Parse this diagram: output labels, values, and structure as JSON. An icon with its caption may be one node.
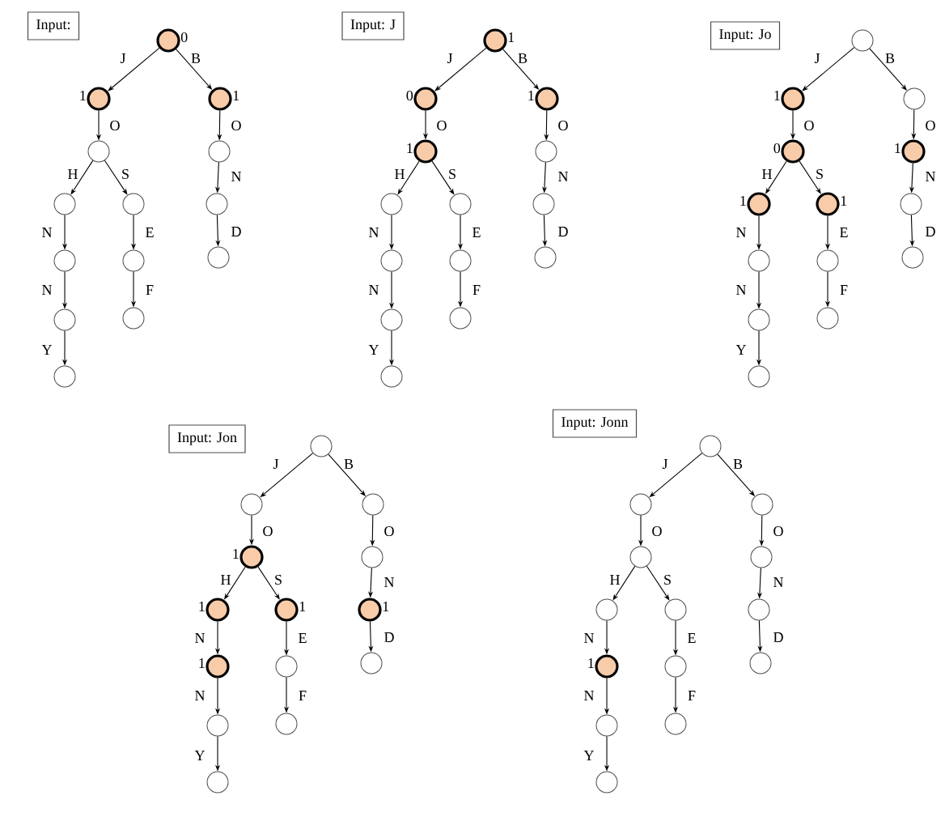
{
  "diagram": {
    "nodes": [
      {
        "text": [
          "Input:"
        ]
      },
      {
        "text": [],
        "shape": "circle",
        "beside": [
          "0"
        ]
      },
      {
        "text": [],
        "shape": "circle",
        "beside": [
          "1"
        ]
      },
      {
        "text": [],
        "shape": "circle",
        "beside": [
          "1"
        ]
      },
      {
        "text": [],
        "shape": "circle"
      },
      {
        "text": [],
        "shape": "circle"
      },
      {
        "text": [],
        "shape": "circle"
      },
      {
        "text": [],
        "shape": "circle"
      },
      {
        "text": [],
        "shape": "circle"
      },
      {
        "text": [],
        "shape": "circle"
      },
      {
        "text": [],
        "shape": "circle"
      },
      {
        "text": [],
        "shape": "circle"
      },
      {
        "text": [],
        "shape": "circle"
      },
      {
        "text": [],
        "shape": "circle"
      },
      {
        "text": [],
        "shape": "circle"
      },
      {
        "text": [
          "Input: J"
        ]
      },
      {
        "text": [],
        "shape": "circle",
        "beside": [
          "1"
        ]
      },
      {
        "text": [],
        "shape": "circle",
        "beside": [
          "0"
        ]
      },
      {
        "text": [],
        "shape": "circle",
        "beside": [
          "1"
        ]
      },
      {
        "text": [],
        "shape": "circle",
        "beside": [
          "1"
        ]
      },
      {
        "text": [],
        "shape": "circle"
      },
      {
        "text": [],
        "shape": "circle"
      },
      {
        "text": [],
        "shape": "circle"
      },
      {
        "text": [],
        "shape": "circle"
      },
      {
        "text": [],
        "shape": "circle"
      },
      {
        "text": [],
        "shape": "circle"
      },
      {
        "text": [],
        "shape": "circle"
      },
      {
        "text": [],
        "shape": "circle"
      },
      {
        "text": [],
        "shape": "circle"
      },
      {
        "text": [],
        "shape": "circle"
      },
      {
        "text": [
          "Input: Jo"
        ]
      },
      {
        "text": [],
        "shape": "circle"
      },
      {
        "text": [],
        "shape": "circle",
        "beside": [
          "1"
        ]
      },
      {
        "text": [],
        "shape": "circle"
      },
      {
        "text": [],
        "shape": "circle",
        "beside": [
          "0"
        ]
      },
      {
        "text": [],
        "shape": "circle",
        "beside": [
          "1"
        ]
      },
      {
        "text": [],
        "shape": "circle",
        "beside": [
          "1"
        ]
      },
      {
        "text": [],
        "shape": "circle",
        "beside": [
          "1"
        ]
      },
      {
        "text": [],
        "shape": "circle"
      },
      {
        "text": [],
        "shape": "circle"
      },
      {
        "text": [],
        "shape": "circle"
      },
      {
        "text": [],
        "shape": "circle"
      },
      {
        "text": [],
        "shape": "circle"
      },
      {
        "text": [],
        "shape": "circle"
      },
      {
        "text": [],
        "shape": "circle"
      },
      {
        "text": [
          "Input: Jon"
        ]
      },
      {
        "text": [],
        "shape": "circle"
      },
      {
        "text": [],
        "shape": "circle"
      },
      {
        "text": [],
        "shape": "circle"
      },
      {
        "text": [],
        "shape": "circle",
        "beside": [
          "1"
        ]
      },
      {
        "text": [],
        "shape": "circle"
      },
      {
        "text": [],
        "shape": "circle",
        "beside": [
          "1"
        ]
      },
      {
        "text": [],
        "shape": "circle",
        "beside": [
          "1"
        ]
      },
      {
        "text": [],
        "shape": "circle",
        "beside": [
          "1"
        ]
      },
      {
        "text": [],
        "shape": "circle",
        "beside": [
          "1"
        ]
      },
      {
        "text": [],
        "shape": "circle"
      },
      {
        "text": [],
        "shape": "circle"
      },
      {
        "text": [],
        "shape": "circle"
      },
      {
        "text": [],
        "shape": "circle"
      },
      {
        "text": [],
        "shape": "circle"
      },
      {
        "text": [
          "Input: Jonn"
        ]
      },
      {
        "text": [],
        "shape": "circle"
      },
      {
        "text": [],
        "shape": "circle"
      },
      {
        "text": [],
        "shape": "circle"
      },
      {
        "text": [],
        "shape": "circle"
      },
      {
        "text": [],
        "shape": "circle"
      },
      {
        "text": [],
        "shape": "circle"
      },
      {
        "text": [],
        "shape": "circle"
      },
      {
        "text": [],
        "shape": "circle"
      },
      {
        "text": [],
        "shape": "circle",
        "beside": [
          "1"
        ]
      },
      {
        "text": [],
        "shape": "circle"
      },
      {
        "text": [],
        "shape": "circle"
      },
      {
        "text": [],
        "shape": "circle"
      },
      {
        "text": [],
        "shape": "circle"
      },
      {
        "text": [],
        "shape": "circle"
      }
    ],
    "edges": [
      {
        "from": 1,
        "to": 2,
        "arrow": "to",
        "label": "J"
      },
      {
        "from": 1,
        "to": 3,
        "arrow": "to",
        "label": "B"
      },
      {
        "from": 2,
        "to": 4,
        "arrow": "to",
        "label": "O"
      },
      {
        "from": 4,
        "to": 6,
        "arrow": "to",
        "label": "H"
      },
      {
        "from": 4,
        "to": 7,
        "arrow": "to",
        "label": "S"
      },
      {
        "from": 6,
        "to": 9,
        "arrow": "to",
        "label": "N"
      },
      {
        "from": 9,
        "to": 12,
        "arrow": "to",
        "label": "N"
      },
      {
        "from": 12,
        "to": 14,
        "arrow": "to",
        "label": "Y"
      },
      {
        "from": 7,
        "to": 10,
        "arrow": "to",
        "label": "E"
      },
      {
        "from": 10,
        "to": 13,
        "arrow": "to",
        "label": "F"
      },
      {
        "from": 3,
        "to": 5,
        "arrow": "to",
        "label": "O"
      },
      {
        "from": 5,
        "to": 8,
        "arrow": "to",
        "label": "N"
      },
      {
        "from": 8,
        "to": 11,
        "arrow": "to",
        "label": "D"
      },
      {
        "from": 16,
        "to": 17,
        "arrow": "to",
        "label": "J"
      },
      {
        "from": 16,
        "to": 18,
        "arrow": "to",
        "label": "B"
      },
      {
        "from": 17,
        "to": 19,
        "arrow": "to",
        "label": "O"
      },
      {
        "from": 19,
        "to": 21,
        "arrow": "to",
        "label": "H"
      },
      {
        "from": 19,
        "to": 22,
        "arrow": "to",
        "label": "S"
      },
      {
        "from": 21,
        "to": 24,
        "arrow": "to",
        "label": "N"
      },
      {
        "from": 24,
        "to": 27,
        "arrow": "to",
        "label": "N"
      },
      {
        "from": 27,
        "to": 29,
        "arrow": "to",
        "label": "Y"
      },
      {
        "from": 22,
        "to": 25,
        "arrow": "to",
        "label": "E"
      },
      {
        "from": 25,
        "to": 28,
        "arrow": "to",
        "label": "F"
      },
      {
        "from": 18,
        "to": 20,
        "arrow": "to",
        "label": "O"
      },
      {
        "from": 20,
        "to": 23,
        "arrow": "to",
        "label": "N"
      },
      {
        "from": 23,
        "to": 26,
        "arrow": "to",
        "label": "D"
      },
      {
        "from": 31,
        "to": 32,
        "arrow": "to",
        "label": "J"
      },
      {
        "from": 31,
        "to": 33,
        "arrow": "to",
        "label": "B"
      },
      {
        "from": 32,
        "to": 34,
        "arrow": "to",
        "label": "O"
      },
      {
        "from": 34,
        "to": 36,
        "arrow": "to",
        "label": "H"
      },
      {
        "from": 34,
        "to": 37,
        "arrow": "to",
        "label": "S"
      },
      {
        "from": 36,
        "to": 39,
        "arrow": "to",
        "label": "N"
      },
      {
        "from": 39,
        "to": 42,
        "arrow": "to",
        "label": "N"
      },
      {
        "from": 42,
        "to": 44,
        "arrow": "to",
        "label": "Y"
      },
      {
        "from": 37,
        "to": 40,
        "arrow": "to",
        "label": "E"
      },
      {
        "from": 40,
        "to": 43,
        "arrow": "to",
        "label": "F"
      },
      {
        "from": 33,
        "to": 35,
        "arrow": "to",
        "label": "O"
      },
      {
        "from": 35,
        "to": 38,
        "arrow": "to",
        "label": "N"
      },
      {
        "from": 38,
        "to": 41,
        "arrow": "to",
        "label": "D"
      },
      {
        "from": 46,
        "to": 47,
        "arrow": "to",
        "label": "J"
      },
      {
        "from": 46,
        "to": 48,
        "arrow": "to",
        "label": "B"
      },
      {
        "from": 47,
        "to": 49,
        "arrow": "to",
        "label": "O"
      },
      {
        "from": 49,
        "to": 51,
        "arrow": "to",
        "label": "H"
      },
      {
        "from": 49,
        "to": 52,
        "arrow": "to",
        "label": "S"
      },
      {
        "from": 51,
        "to": 54,
        "arrow": "to",
        "label": "N"
      },
      {
        "from": 54,
        "to": 57,
        "arrow": "to",
        "label": "N"
      },
      {
        "from": 57,
        "to": 59,
        "arrow": "to",
        "label": "Y"
      },
      {
        "from": 52,
        "to": 55,
        "arrow": "to",
        "label": "E"
      },
      {
        "from": 55,
        "to": 58,
        "arrow": "to",
        "label": "F"
      },
      {
        "from": 48,
        "to": 50,
        "arrow": "to",
        "label": "O"
      },
      {
        "from": 50,
        "to": 53,
        "arrow": "to",
        "label": "N"
      },
      {
        "from": 53,
        "to": 56,
        "arrow": "to",
        "label": "D"
      },
      {
        "from": 61,
        "to": 62,
        "arrow": "to",
        "label": "J"
      },
      {
        "from": 61,
        "to": 63,
        "arrow": "to",
        "label": "B"
      },
      {
        "from": 62,
        "to": 64,
        "arrow": "to",
        "label": "O"
      },
      {
        "from": 64,
        "to": 66,
        "arrow": "to",
        "label": "H"
      },
      {
        "from": 64,
        "to": 67,
        "arrow": "to",
        "label": "S"
      },
      {
        "from": 66,
        "to": 69,
        "arrow": "to",
        "label": "N"
      },
      {
        "from": 69,
        "to": 72,
        "arrow": "to",
        "label": "N"
      },
      {
        "from": 72,
        "to": 74,
        "arrow": "to",
        "label": "Y"
      },
      {
        "from": 67,
        "to": 70,
        "arrow": "to",
        "label": "E"
      },
      {
        "from": 70,
        "to": 73,
        "arrow": "to",
        "label": "F"
      },
      {
        "from": 63,
        "to": 65,
        "arrow": "to",
        "label": "O"
      },
      {
        "from": 65,
        "to": 68,
        "arrow": "to",
        "label": "N"
      },
      {
        "from": 68,
        "to": 71,
        "arrow": "to",
        "label": "D"
      }
    ]
  }
}
